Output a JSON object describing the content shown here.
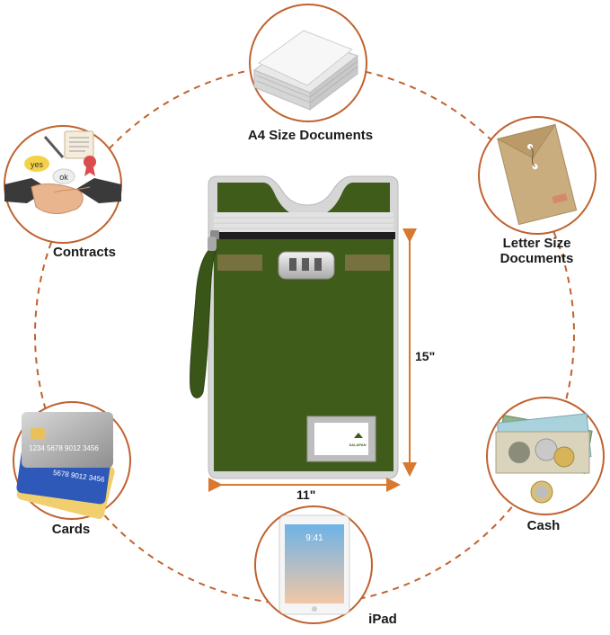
{
  "labels": {
    "a4": "A4 Size Documents",
    "letter_line1": "Letter Size",
    "letter_line2": "Documents",
    "contracts": "Contracts",
    "cards": "Cards",
    "cash": "Cash",
    "ipad": "iPad"
  },
  "dimensions": {
    "height": "15\"",
    "width": "11\""
  },
  "contracts_image": {
    "bubble_yes": "yes",
    "bubble_ok": "ok"
  },
  "cards_image": {
    "front_number": "1234 5678 9012 3456",
    "back_number": "5678 9012 3456"
  },
  "ipad_image": {
    "time": "9:41"
  },
  "product": {
    "tag_text": "SALAPAN"
  },
  "colors": {
    "accent_dashed": "#c0622f",
    "bag_green": "#3f5c1a",
    "bag_border": "#cfcfcf"
  }
}
